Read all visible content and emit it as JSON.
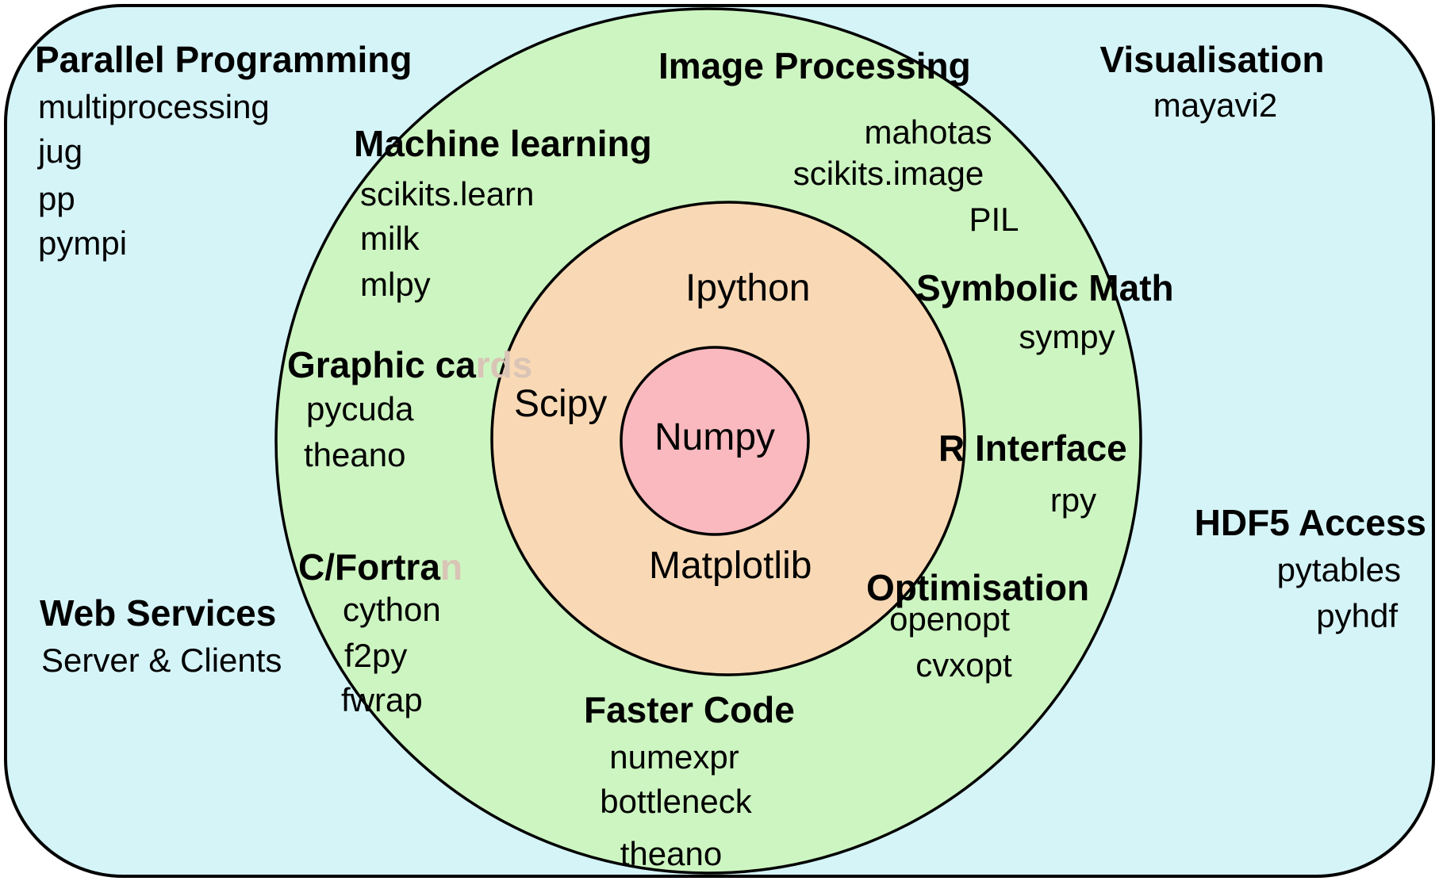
{
  "colors": {
    "outer_box_fill": "#d5f4f8",
    "outer_ring_fill": "#cdf5c1",
    "middle_ring_fill": "#f9d9b5",
    "core_fill": "#f9b9be",
    "stroke": "#000000",
    "faded_text": "#d9c4b6"
  },
  "core": {
    "label": "Numpy"
  },
  "inner_ring": {
    "scipy": "Scipy",
    "ipython": "Ipython",
    "matplotlib": "Matplotlib"
  },
  "middle_ring": {
    "machine_learning": {
      "title": "Machine learning",
      "items": [
        "scikits.learn",
        "milk",
        "mlpy"
      ]
    },
    "image_processing": {
      "title": "Image Processing",
      "items": [
        "mahotas",
        "scikits.image",
        "PIL"
      ]
    },
    "symbolic_math": {
      "title": "Symbolic Math",
      "items": [
        "sympy"
      ]
    },
    "r_interface": {
      "title": "R Interface",
      "items": [
        "rpy"
      ]
    },
    "optimisation": {
      "title": "Optimisation",
      "items": [
        "openopt",
        "cvxopt"
      ]
    },
    "faster_code": {
      "title": "Faster Code",
      "items": [
        "numexpr",
        "bottleneck",
        "theano"
      ]
    },
    "c_fortran": {
      "title": "C/Fortran",
      "title_start": "C/Fortra",
      "title_end": "n",
      "items": [
        "cython",
        "f2py",
        "fwrap"
      ]
    },
    "graphic_cards": {
      "title": "Graphic cards",
      "title_start": "Graphic ca",
      "title_end": "rds",
      "items": [
        "pycuda",
        "theano"
      ]
    }
  },
  "outer_ring_labels": {
    "parallel_programming": {
      "title": "Parallel Programming",
      "items": [
        "multiprocessing",
        "jug",
        "pp",
        "pympi"
      ]
    },
    "visualisation": {
      "title": "Visualisation",
      "items": [
        "mayavi2"
      ]
    },
    "web_services": {
      "title": "Web Services",
      "items": [
        "Server & Clients"
      ]
    },
    "hdf5_access": {
      "title": "HDF5 Access",
      "items": [
        "pytables",
        "pyhdf"
      ]
    }
  }
}
